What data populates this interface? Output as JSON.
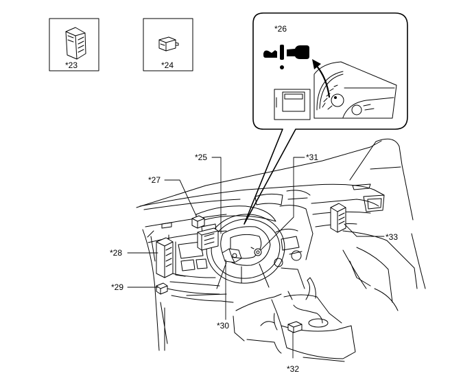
{
  "callouts": {
    "c23": "*23",
    "c24": "*24",
    "c25": "*25",
    "c26": "*26",
    "c27": "*27",
    "c28": "*28",
    "c29": "*29",
    "c30": "*30",
    "c31": "*31",
    "c32": "*32",
    "c33": "*33"
  },
  "colors": {
    "line": "#000000",
    "background": "#ffffff"
  }
}
